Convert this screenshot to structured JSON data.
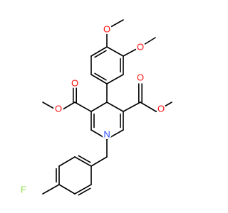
{
  "atom_colors": {
    "O": "#ff0d0d",
    "N": "#3050f8",
    "F": "#90e050"
  },
  "atoms": [
    {
      "id": "o_meo_top",
      "element": "O",
      "label": "O"
    },
    {
      "id": "o_meo_right",
      "element": "O",
      "label": "O"
    },
    {
      "id": "o_ester_left_carbonyl",
      "element": "O",
      "label": "O"
    },
    {
      "id": "o_ester_left_ether",
      "element": "O",
      "label": "O"
    },
    {
      "id": "o_ester_right_carbonyl",
      "element": "O",
      "label": "O"
    },
    {
      "id": "o_ester_right_ether",
      "element": "O",
      "label": "O"
    },
    {
      "id": "n_ring",
      "element": "N",
      "label": "N"
    },
    {
      "id": "f_aryl",
      "element": "F",
      "label": "F"
    }
  ]
}
